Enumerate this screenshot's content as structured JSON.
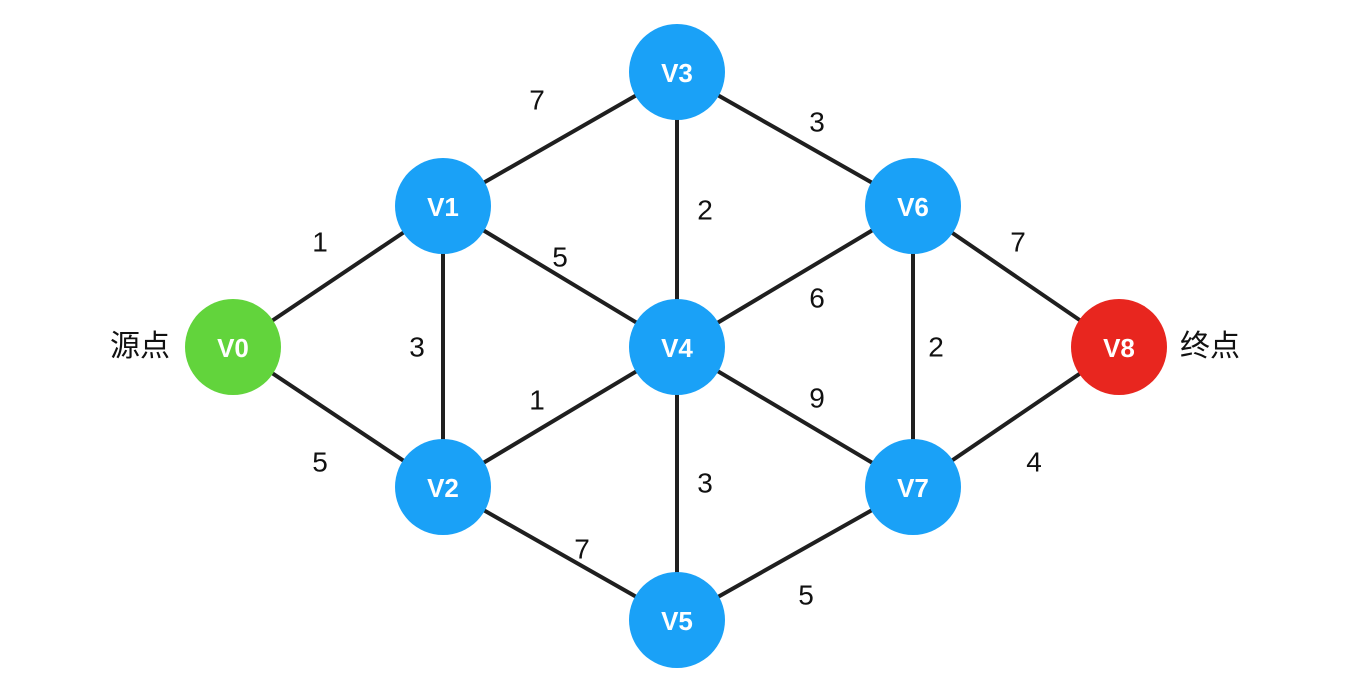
{
  "labels": {
    "source": "源点",
    "target": "终点"
  },
  "colors": {
    "node_default": "#1aa1f7",
    "node_source": "#62d43c",
    "node_target": "#e8261f",
    "edge": "#1f1f1f"
  },
  "nodes": [
    {
      "id": "V0",
      "label": "V0",
      "role": "source"
    },
    {
      "id": "V1",
      "label": "V1",
      "role": "default"
    },
    {
      "id": "V2",
      "label": "V2",
      "role": "default"
    },
    {
      "id": "V3",
      "label": "V3",
      "role": "default"
    },
    {
      "id": "V4",
      "label": "V4",
      "role": "default"
    },
    {
      "id": "V5",
      "label": "V5",
      "role": "default"
    },
    {
      "id": "V6",
      "label": "V6",
      "role": "default"
    },
    {
      "id": "V7",
      "label": "V7",
      "role": "default"
    },
    {
      "id": "V8",
      "label": "V8",
      "role": "target"
    }
  ],
  "edges": [
    {
      "from": "V0",
      "to": "V1",
      "weight": "1"
    },
    {
      "from": "V0",
      "to": "V2",
      "weight": "5"
    },
    {
      "from": "V1",
      "to": "V3",
      "weight": "7"
    },
    {
      "from": "V1",
      "to": "V4",
      "weight": "5"
    },
    {
      "from": "V1",
      "to": "V2",
      "weight": "3"
    },
    {
      "from": "V2",
      "to": "V4",
      "weight": "1"
    },
    {
      "from": "V2",
      "to": "V5",
      "weight": "7"
    },
    {
      "from": "V3",
      "to": "V4",
      "weight": "2"
    },
    {
      "from": "V3",
      "to": "V6",
      "weight": "3"
    },
    {
      "from": "V4",
      "to": "V6",
      "weight": "6"
    },
    {
      "from": "V4",
      "to": "V7",
      "weight": "9"
    },
    {
      "from": "V4",
      "to": "V5",
      "weight": "3"
    },
    {
      "from": "V5",
      "to": "V7",
      "weight": "5"
    },
    {
      "from": "V6",
      "to": "V7",
      "weight": "2"
    },
    {
      "from": "V6",
      "to": "V8",
      "weight": "7"
    },
    {
      "from": "V7",
      "to": "V8",
      "weight": "4"
    }
  ]
}
